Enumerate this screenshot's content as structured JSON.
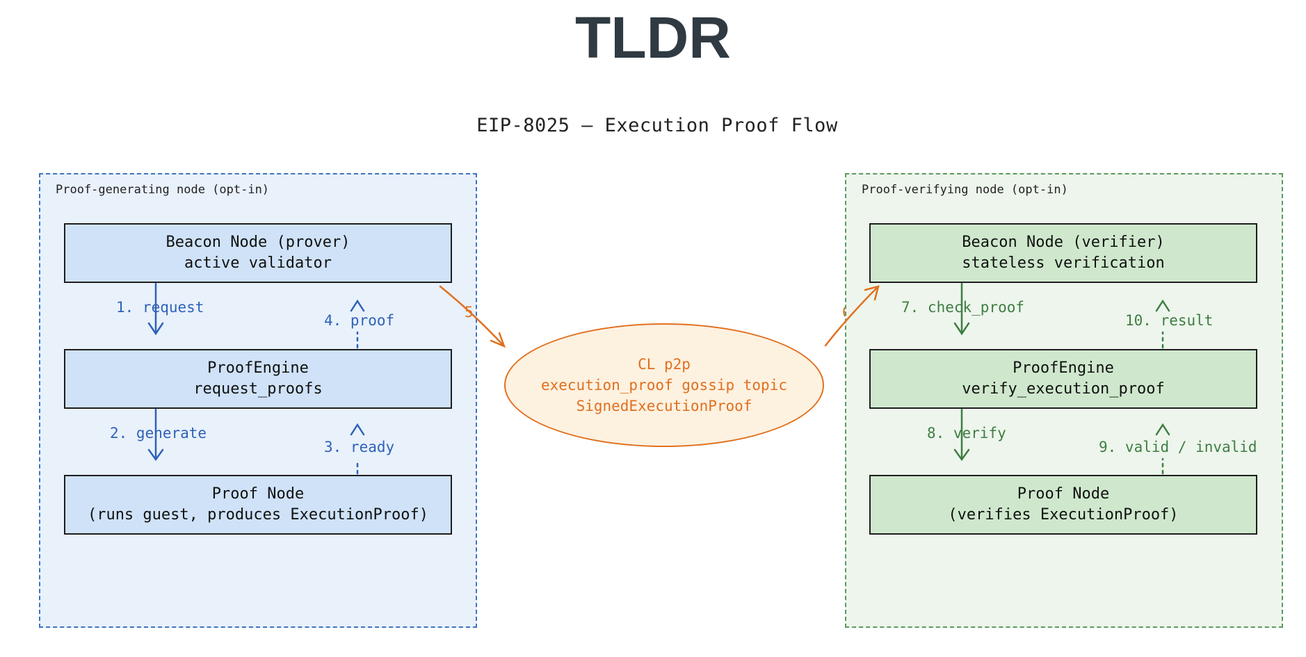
{
  "slide_title": "TLDR",
  "diagram_title": "EIP-8025 — Execution Proof Flow",
  "left_group": {
    "label": "Proof-generating node (opt-in)",
    "beacon": {
      "line1": "Beacon Node (prover)",
      "line2": "active validator"
    },
    "engine": {
      "line1": "ProofEngine",
      "line2": "request_proofs"
    },
    "proof_node": {
      "line1": "Proof Node",
      "line2": "(runs guest, produces ExecutionProof)"
    },
    "edges": {
      "request": "1. request",
      "proof": "4. proof",
      "generate": "2. generate",
      "ready": "3. ready"
    }
  },
  "right_group": {
    "label": "Proof-verifying node (opt-in)",
    "beacon": {
      "line1": "Beacon Node (verifier)",
      "line2": "stateless verification"
    },
    "engine": {
      "line1": "ProofEngine",
      "line2": "verify_execution_proof"
    },
    "proof_node": {
      "line1": "Proof Node",
      "line2": "(verifies ExecutionProof)"
    },
    "edges": {
      "check": "7. check_proof",
      "result": "10. result",
      "verify": "8. verify",
      "valid": "9. valid / invalid"
    }
  },
  "gossip": {
    "line1": "CL p2p",
    "line2": "execution_proof gossip topic",
    "line3": "SignedExecutionProof"
  },
  "cross_edges": {
    "to_gossip": "5",
    "from_gossip": "6"
  },
  "colors": {
    "blue": "#2e62b8",
    "green": "#3f7d42",
    "orange": "#e0701f"
  }
}
